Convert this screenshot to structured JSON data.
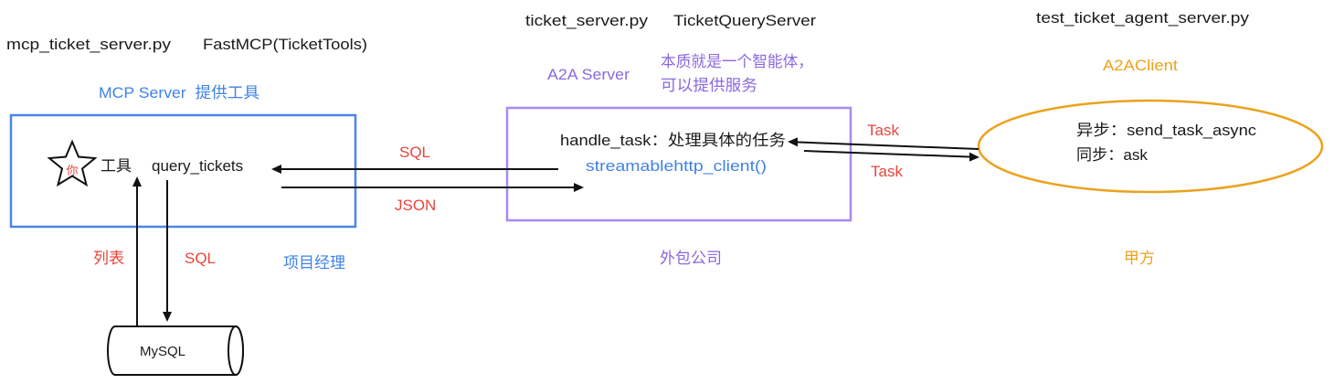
{
  "colors": {
    "ink": "#1a1a1a",
    "mcp_blue": "#3f82e6",
    "mcp_box": "#4a86e8",
    "a2a_purple": "#8a68e0",
    "a2a_box": "#a88af0",
    "edge_red": "#e8453c",
    "client_orange": "#eba21c"
  },
  "mcp_server": {
    "file_name": "mcp_ticket_server.py",
    "class_name": "FastMCP(TicketTools)",
    "title": "MCP Server  提供工具",
    "star_text": "你",
    "tool_label": "工具",
    "tool_name": "query_tickets",
    "role": "项目经理"
  },
  "a2a_server": {
    "file_name": "ticket_server.py",
    "class_name": "TicketQueryServer",
    "title": "A2A Server",
    "note": [
      "本质就是一个智能体，",
      "可以提供服务"
    ],
    "handler": "handle_task：处理具体的任务",
    "client_call": "streamablehttp_client()",
    "role": "外包公司"
  },
  "a2a_client": {
    "file_name": "test_ticket_agent_server.py",
    "title": "A2AClient",
    "methods": [
      "异步：send_task_async",
      "同步：ask"
    ],
    "role": "甲方"
  },
  "database": {
    "label": "MySQL"
  },
  "edges": {
    "a2a_to_mcp": "SQL",
    "mcp_to_a2a": "JSON",
    "client_to_a2a": "Task",
    "a2a_to_client": "Task",
    "mysql_to_tool": "列表",
    "tool_to_mysql": "SQL"
  }
}
